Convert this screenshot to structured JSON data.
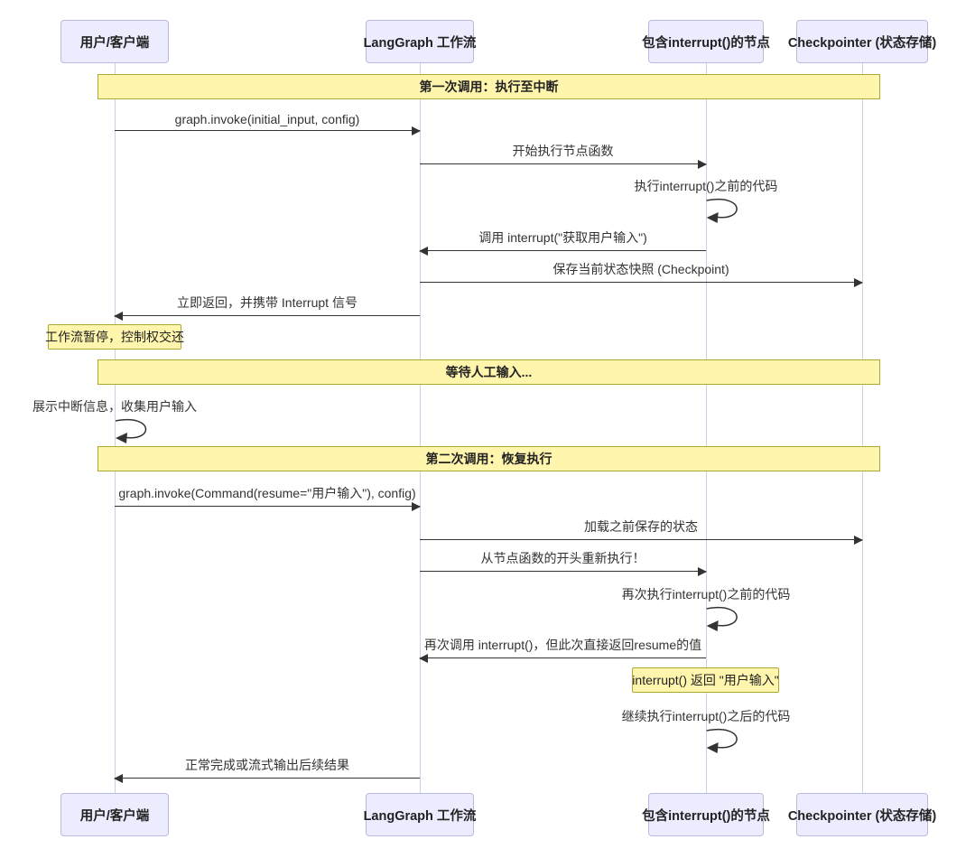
{
  "diagram": {
    "type": "sequence",
    "participants": [
      {
        "name": "用户/客户端"
      },
      {
        "name": "LangGraph 工作流"
      },
      {
        "name": "包含interrupt()的节点"
      },
      {
        "name": "Checkpointer (状态存储)"
      }
    ],
    "dividers": [
      {
        "label": "第一次调用：执行至中断"
      },
      {
        "label": "等待人工输入..."
      },
      {
        "label": "第二次调用：恢复执行"
      }
    ],
    "messages": [
      {
        "from": "用户/客户端",
        "to": "LangGraph 工作流",
        "kind": "arrow",
        "label": "graph.invoke(initial_input, config)"
      },
      {
        "from": "LangGraph 工作流",
        "to": "包含interrupt()的节点",
        "kind": "arrow",
        "label": "开始执行节点函数"
      },
      {
        "from": "包含interrupt()的节点",
        "to": "包含interrupt()的节点",
        "kind": "self",
        "label": "执行interrupt()之前的代码"
      },
      {
        "from": "包含interrupt()的节点",
        "to": "LangGraph 工作流",
        "kind": "arrow",
        "label": "调用 interrupt(\"获取用户输入\")"
      },
      {
        "from": "LangGraph 工作流",
        "to": "Checkpointer (状态存储)",
        "kind": "arrow",
        "label": "保存当前状态快照 (Checkpoint)"
      },
      {
        "from": "LangGraph 工作流",
        "to": "用户/客户端",
        "kind": "arrow",
        "label": "立即返回，并携带 Interrupt 信号"
      },
      {
        "from": "用户/客户端",
        "to": "用户/客户端",
        "kind": "self",
        "label": "展示中断信息，收集用户输入"
      },
      {
        "from": "用户/客户端",
        "to": "LangGraph 工作流",
        "kind": "arrow",
        "label": "graph.invoke(Command(resume=\"用户输入\"), config)"
      },
      {
        "from": "LangGraph 工作流",
        "to": "Checkpointer (状态存储)",
        "kind": "arrow",
        "label": "加载之前保存的状态"
      },
      {
        "from": "LangGraph 工作流",
        "to": "包含interrupt()的节点",
        "kind": "arrow",
        "label": "从节点函数的开头重新执行！"
      },
      {
        "from": "包含interrupt()的节点",
        "to": "包含interrupt()的节点",
        "kind": "self",
        "label": "再次执行interrupt()之前的代码"
      },
      {
        "from": "包含interrupt()的节点",
        "to": "LangGraph 工作流",
        "kind": "arrow",
        "label": "再次调用 interrupt()，但此次直接返回resume的值"
      },
      {
        "from": "包含interrupt()的节点",
        "to": "包含interrupt()的节点",
        "kind": "self",
        "label": "继续执行interrupt()之后的代码"
      },
      {
        "from": "LangGraph 工作流",
        "to": "用户/客户端",
        "kind": "arrow",
        "label": "正常完成或流式输出后续结果"
      }
    ],
    "notes": [
      {
        "over": "用户/客户端",
        "label": "工作流暂停，控制权交还"
      },
      {
        "over": "包含interrupt()的节点",
        "label": "interrupt() 返回 \"用户输入\""
      }
    ],
    "colors": {
      "actor_fill": "#ECECFF",
      "actor_border": "#B9B9E0",
      "note_fill": "#FFF5AD",
      "note_border": "#AAAA33",
      "message_line": "#333333",
      "lifeline": "#CFCFE4"
    }
  }
}
